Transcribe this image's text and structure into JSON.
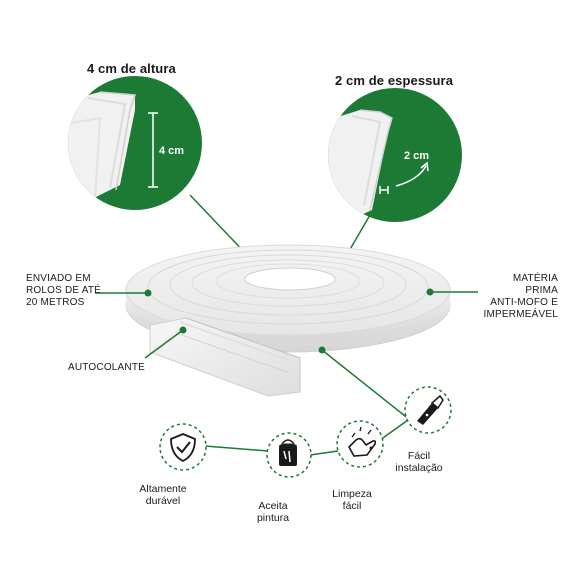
{
  "callouts": {
    "height": {
      "title": "4 cm  de altura",
      "measure": "4 cm"
    },
    "thickness": {
      "title": "2 cm  de espessura",
      "measure": "2 cm"
    }
  },
  "side_labels": {
    "left_top": [
      "ENVIADO EM",
      "ROLOS DE ATÉ",
      "20 METROS"
    ],
    "left_bottom": "AUTOCOLANTE",
    "right_top": [
      "MATÉRIA PRIMA",
      "ANTI-MOFO E",
      "IMPERMEÁVEL"
    ]
  },
  "features": [
    {
      "icon": "shield-check-icon",
      "label": [
        "Altamente",
        "durável"
      ]
    },
    {
      "icon": "paint-can-icon",
      "label": [
        "Aceita",
        "pintura"
      ]
    },
    {
      "icon": "cleaning-hands-icon",
      "label": [
        "Limpeza",
        "fácil"
      ]
    },
    {
      "icon": "utility-knife-icon",
      "label": [
        "Fácil",
        "instalação"
      ]
    }
  ],
  "colors": {
    "green": "#1c7a35",
    "dark_green": "#145c27",
    "text": "#1a1a1a",
    "line": "#1c7a35"
  }
}
